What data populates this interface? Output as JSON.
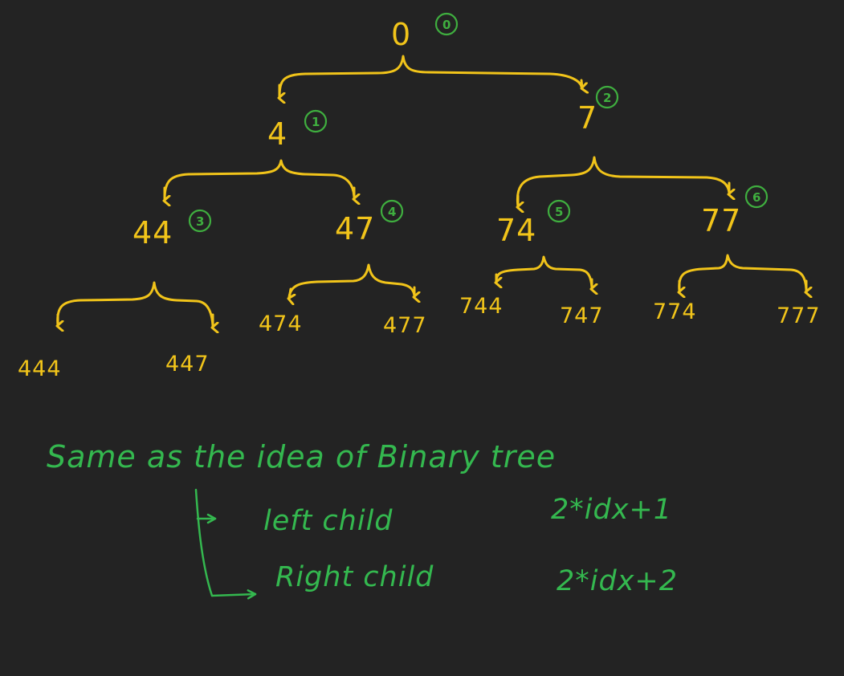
{
  "colors": {
    "background": "#232323",
    "tree": "#f1c41a",
    "index": "#3fae3f",
    "note": "#34b84f"
  },
  "tree": {
    "root": {
      "label": "0",
      "index": "0"
    },
    "level1": [
      {
        "label": "4",
        "index": "1"
      },
      {
        "label": "7",
        "index": "2"
      }
    ],
    "level2": [
      {
        "label": "44",
        "index": "3"
      },
      {
        "label": "47",
        "index": "4"
      },
      {
        "label": "74",
        "index": "5"
      },
      {
        "label": "77",
        "index": "6"
      }
    ],
    "level3": [
      "444",
      "447",
      "474",
      "477",
      "744",
      "747",
      "774",
      "777"
    ]
  },
  "note": {
    "title": "Same as the idea of Binary tree",
    "rows": [
      {
        "label": "left child",
        "formula": "2*idx+1"
      },
      {
        "label": "Right child",
        "formula": "2*idx+2"
      }
    ]
  }
}
